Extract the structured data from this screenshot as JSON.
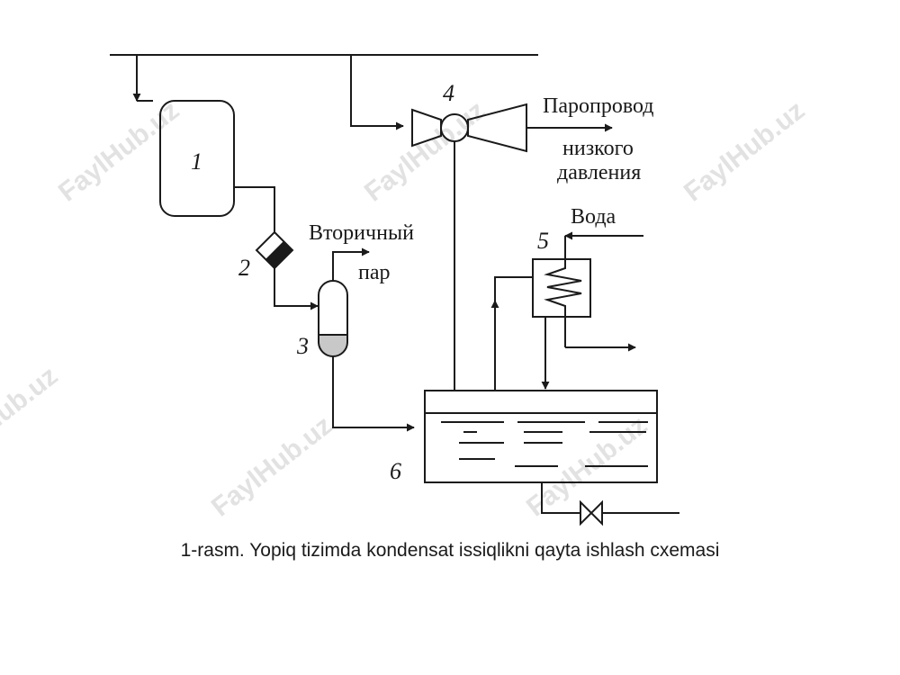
{
  "labels": {
    "steam_line_low_pressure": [
      "Паропровод",
      "низкого",
      "давления"
    ],
    "secondary_steam": [
      "Вторичный",
      "пар"
    ],
    "water": "Вода"
  },
  "component_numbers": [
    "1",
    "2",
    "3",
    "4",
    "5",
    "6"
  ],
  "watermark": "FaylHub.uz",
  "caption": "1-rasm. Yopiq tizimda kondensat issiqlikni qayta ishlash cxemasi"
}
